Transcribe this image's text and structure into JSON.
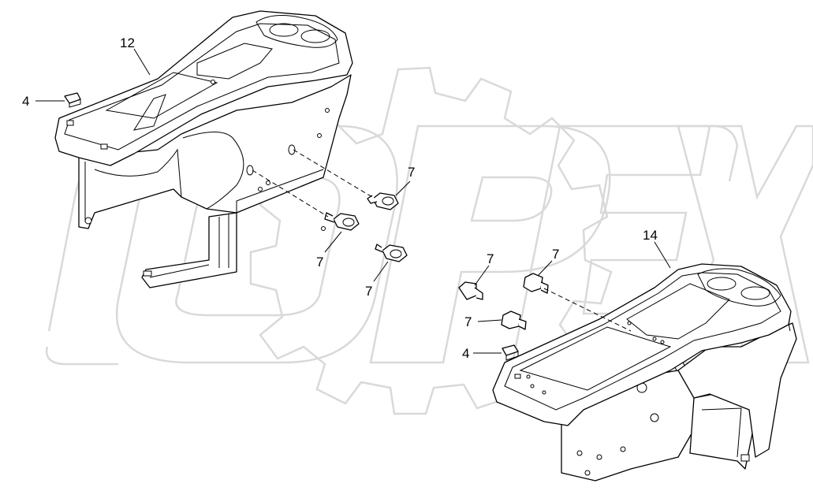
{
  "callouts": {
    "c12": "12",
    "c14": "14",
    "c4_top": "4",
    "c4_bottom": "4",
    "c7_a": "7",
    "c7_b": "7",
    "c7_c": "7",
    "c7_d": "7",
    "c7_e": "7",
    "c7_f": "7"
  },
  "watermark": {
    "color": "#d9d9d9"
  },
  "colors": {
    "line": "#000000",
    "background": "#ffffff"
  }
}
